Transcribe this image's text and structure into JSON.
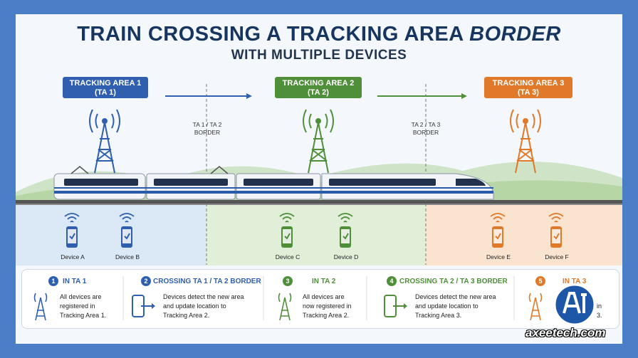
{
  "title": {
    "main": "TRAIN CROSSING A TRACKING AREA",
    "emphasis": "BORDER",
    "subtitle": "WITH MULTIPLE DEVICES"
  },
  "tracking_areas": [
    {
      "label": "TRACKING AREA 1",
      "code": "(TA 1)",
      "color": "#2f5fae"
    },
    {
      "label": "TRACKING AREA 2",
      "code": "(TA 2)",
      "color": "#4f8f3a"
    },
    {
      "label": "TRACKING AREA 3",
      "code": "(TA 3)",
      "color": "#e0792a"
    }
  ],
  "borders": [
    {
      "line1": "TA 1 / TA 2",
      "line2": "BORDER"
    },
    {
      "line1": "TA 2 / TA 3",
      "line2": "BORDER"
    }
  ],
  "devices": [
    "Device A",
    "Device B",
    "Device C",
    "Device D",
    "Device E",
    "Device F"
  ],
  "steps": [
    {
      "num": "1",
      "title": "IN TA 1",
      "desc": [
        "All devices are",
        "registered in",
        "Tracking Area 1."
      ],
      "color": "#2f5fae"
    },
    {
      "num": "2",
      "title": "CROSSING TA 1 / TA 2 BORDER",
      "desc": [
        "Devices detect the new area",
        "and update location to",
        "Tracking Area 2."
      ],
      "color": "#2f5fae"
    },
    {
      "num": "3",
      "title": "IN TA 2",
      "desc": [
        "All devices are",
        "now registered in",
        "Tracking Area 2."
      ],
      "color": "#4f8f3a"
    },
    {
      "num": "4",
      "title": "CROSSING TA 2 / TA 3 BORDER",
      "desc": [
        "Devices detect the new area",
        "and update location to",
        "Tracking Area 3."
      ],
      "color": "#4f8f3a"
    },
    {
      "num": "5",
      "title": "IN TA 3",
      "desc": [
        "in",
        "3."
      ],
      "color": "#e0792a"
    }
  ],
  "watermark": "axeetech.com"
}
